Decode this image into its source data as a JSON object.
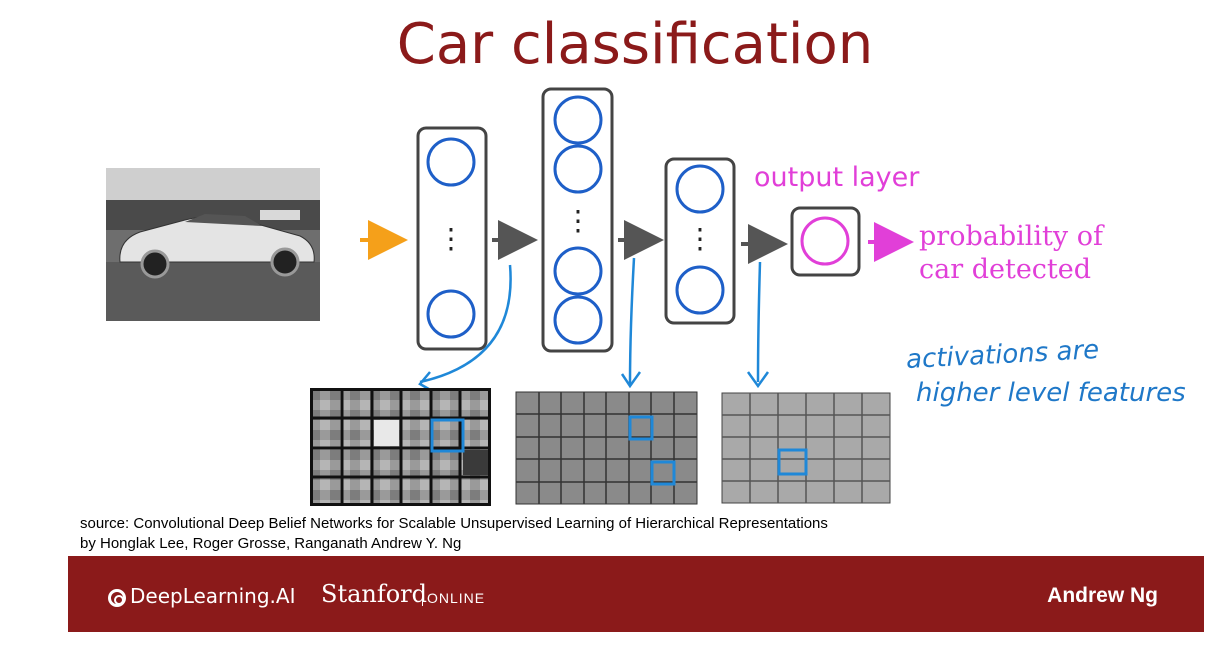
{
  "slide": {
    "title": "Car classification",
    "output_label": "output layer",
    "probability_line1": "probability of",
    "probability_line2": "car detected",
    "handwritten_line1": "activations are",
    "handwritten_line2": "higher level features",
    "source_line1": "source: Convolutional Deep Belief Networks for Scalable Unsupervised Learning of Hierarchical Representations",
    "source_line2": "by Honglak Lee, Roger Grosse, Ranganath Andrew Y. Ng"
  },
  "network": {
    "layers": [
      {
        "neurons_shown": 2,
        "ellipsis": "⋮"
      },
      {
        "neurons_shown": 4,
        "ellipsis": "⋮"
      },
      {
        "neurons_shown": 2,
        "ellipsis": "⋮"
      },
      {
        "neurons_shown": 1
      }
    ]
  },
  "colors": {
    "title": "#8b1a1a",
    "neuron": "#1e5fc8",
    "output_neuron": "#e13fd8",
    "input_arrow": "#f5a01a",
    "annotation": "#1f78c8",
    "footer": "#8b1a1a"
  },
  "footer": {
    "brand": "DeepLearning.AI",
    "stanford": "Stanford",
    "online": "ONLINE",
    "author": "Andrew Ng"
  }
}
